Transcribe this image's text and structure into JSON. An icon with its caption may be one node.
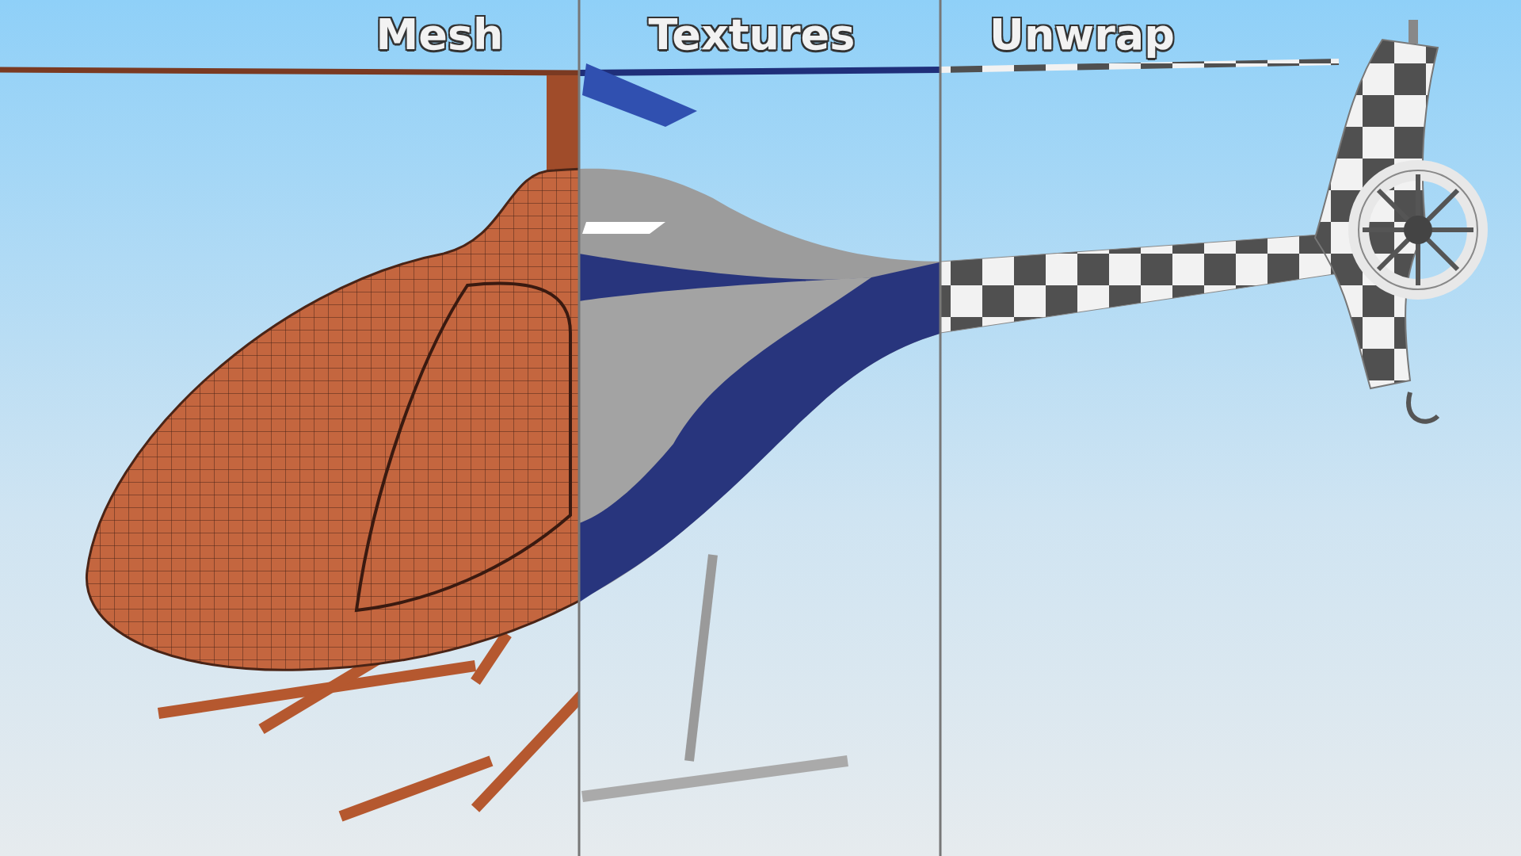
{
  "diagram": {
    "labels": [
      "Mesh",
      "Textures",
      "Unwrap"
    ]
  }
}
